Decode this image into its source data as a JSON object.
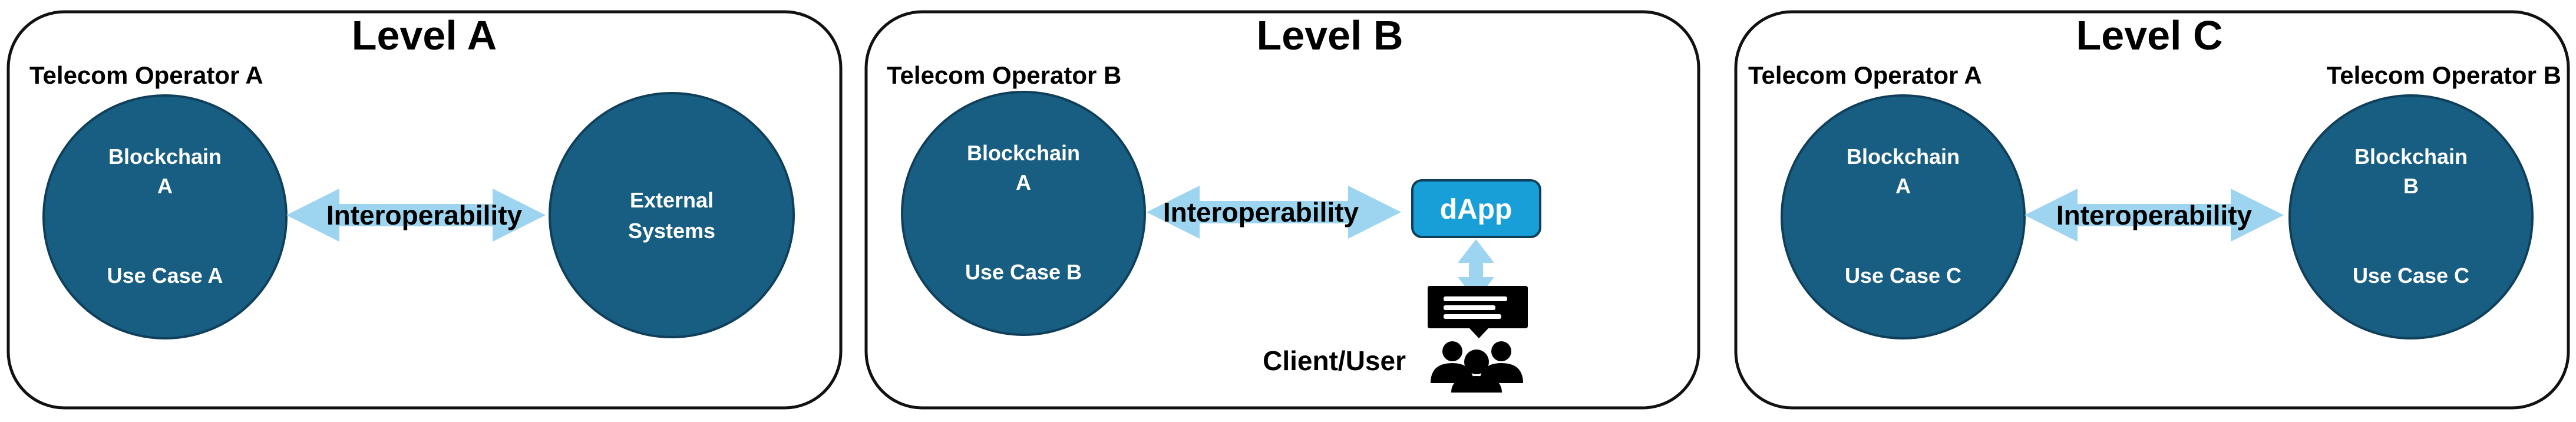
{
  "colors": {
    "node_fill": "#185e82",
    "arrow_fill": "#9dd4ef",
    "dapp_fill": "#199fd7",
    "icon_fill": "#000000"
  },
  "icons": {
    "chat": "chat-bubble-icon",
    "users": "users-group-icon"
  },
  "panels": [
    {
      "title": "Level A",
      "operators": [
        "Telecom Operator A"
      ],
      "left_node": {
        "line1": "Blockchain",
        "line2": "A",
        "line3": "Use Case A"
      },
      "arrow_label": "Interoperability",
      "right_node": {
        "line1": "External",
        "line2": "Systems"
      }
    },
    {
      "title": "Level B",
      "operators": [
        "Telecom Operator B"
      ],
      "left_node": {
        "line1": "Blockchain",
        "line2": "A",
        "line3": "Use Case B"
      },
      "arrow_label": "Interoperability",
      "dapp_label": "dApp",
      "client_label": "Client/User"
    },
    {
      "title": "Level C",
      "operators": [
        "Telecom Operator A",
        "Telecom Operator B"
      ],
      "left_node": {
        "line1": "Blockchain",
        "line2": "A",
        "line3": "Use Case C"
      },
      "arrow_label": "Interoperability",
      "right_node": {
        "line1": "Blockchain",
        "line2": "B",
        "line3": "Use Case C"
      }
    }
  ]
}
